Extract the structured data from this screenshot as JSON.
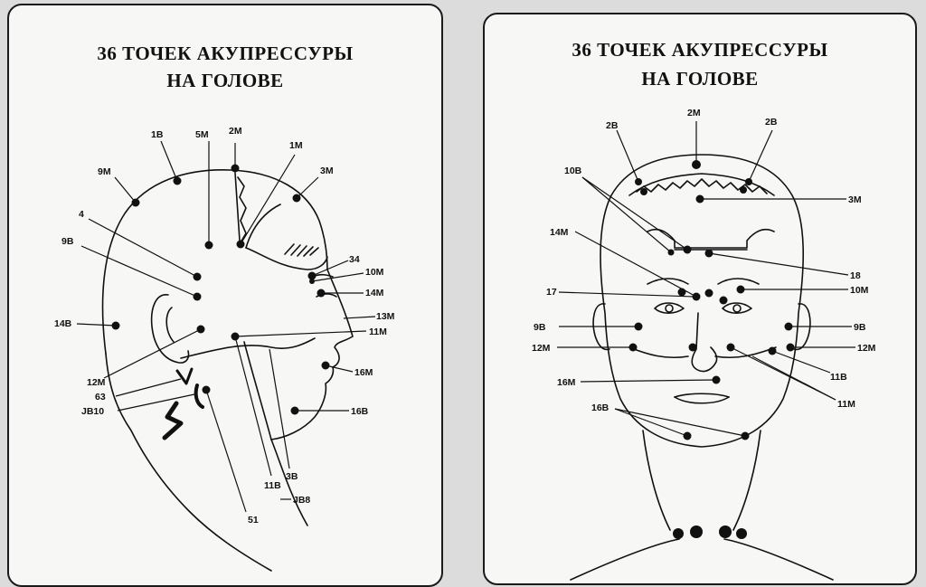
{
  "left_page": {
    "title_line1": "36 ТОЧЕК АКУПРЕССУРЫ",
    "title_line2": "НА ГОЛОВЕ",
    "labels": {
      "1B": "1B",
      "5M": "5M",
      "2M": "2M",
      "1M": "1M",
      "9M": "9M",
      "3M": "3M",
      "4": "4",
      "9B": "9B",
      "34": "34",
      "10M": "10M",
      "14M": "14M",
      "14B": "14B",
      "13M": "13M",
      "11M": "11M",
      "12M": "12M",
      "16M": "16M",
      "63": "63",
      "JB10": "JB10",
      "16B": "16B",
      "11B": "11B",
      "3B": "3B",
      "JB8": "JB8",
      "51": "51"
    }
  },
  "right_page": {
    "title_line1": "36 ТОЧЕК АКУПРЕССУРЫ",
    "title_line2": "НА ГОЛОВЕ",
    "labels": {
      "2B_l": "2B",
      "2M": "2M",
      "2B_r": "2B",
      "10B": "10B",
      "3M": "3M",
      "14M": "14M",
      "18": "18",
      "17": "17",
      "10M": "10M",
      "9B_l": "9B",
      "9B_r": "9B",
      "12M_l": "12M",
      "12M_r": "12M",
      "11B": "11B",
      "16M": "16M",
      "11M": "11M",
      "16B": "16B"
    }
  }
}
